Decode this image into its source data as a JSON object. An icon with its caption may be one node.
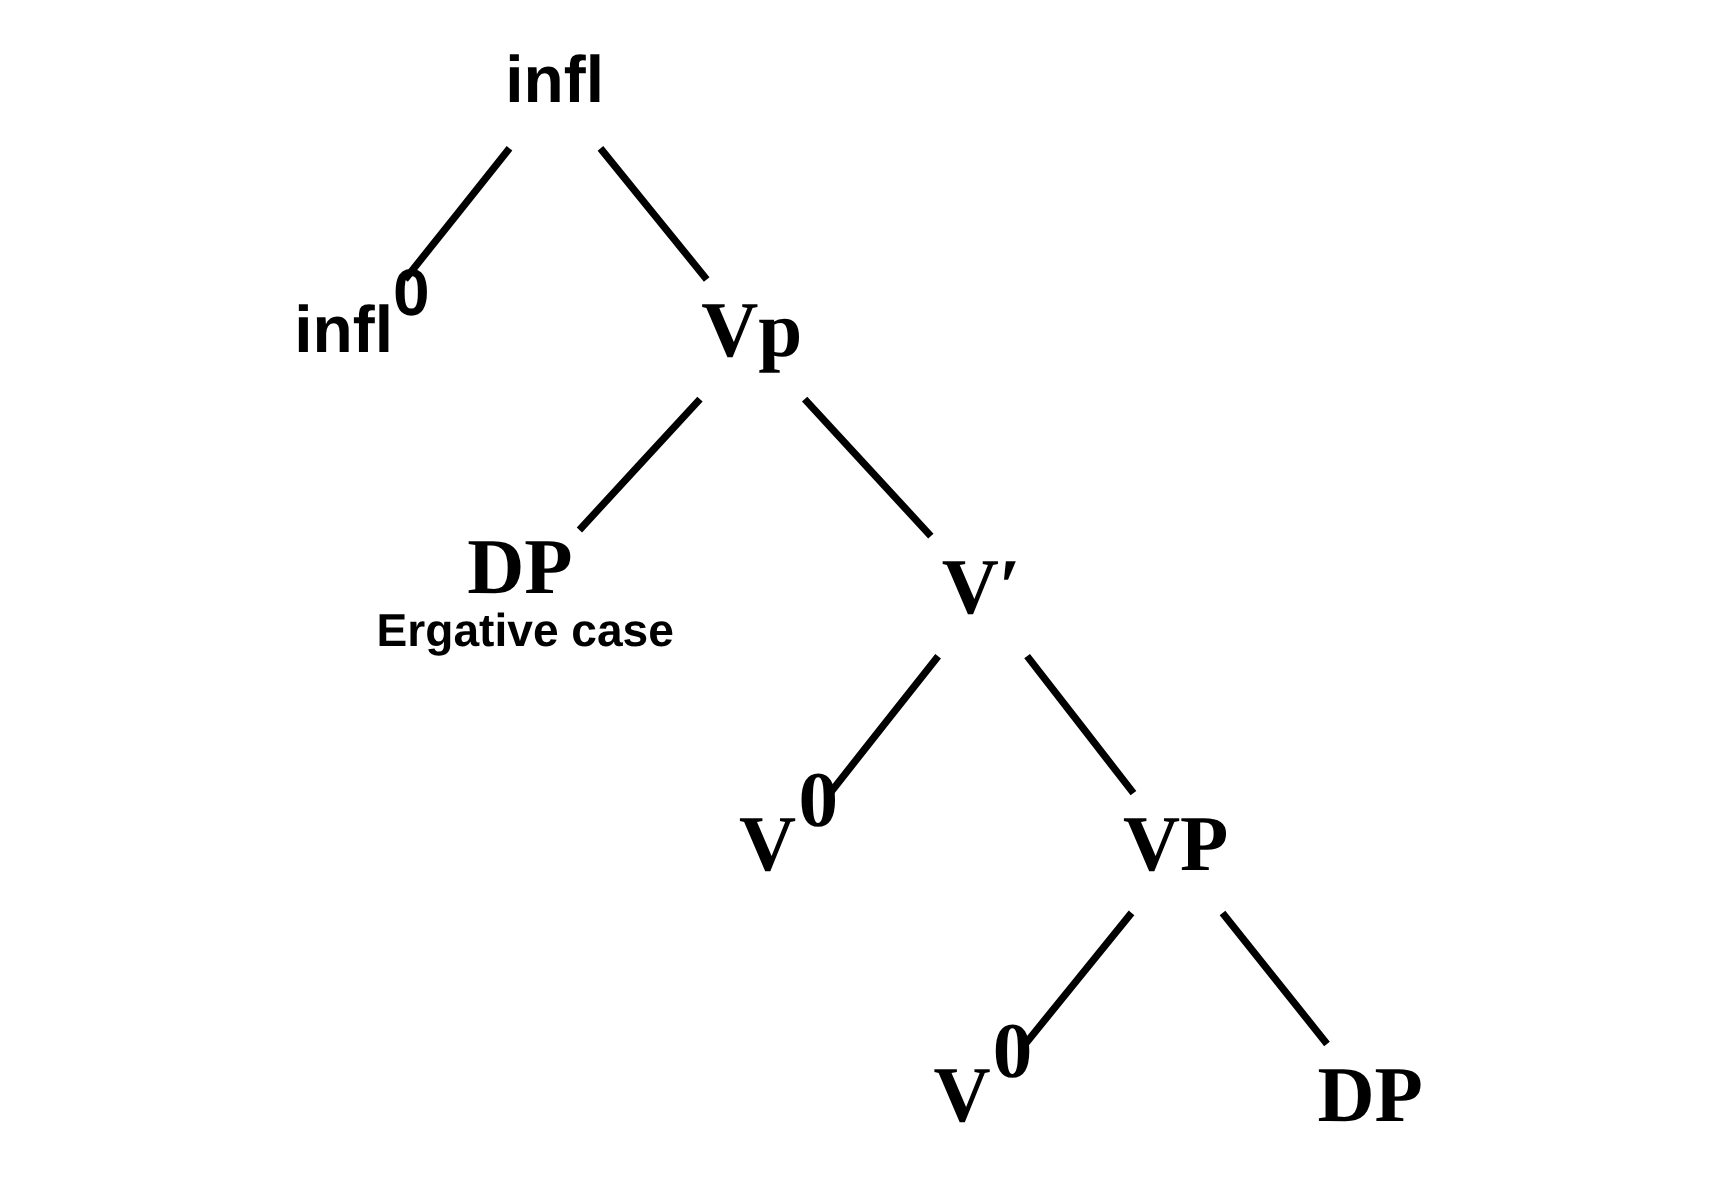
{
  "diagram": {
    "nodes": [
      {
        "text": [
          "infl"
        ]
      },
      {
        "text": [
          "infl$^{0}$"
        ]
      },
      {
        "text": [
          "Vp"
        ]
      },
      {
        "text": [
          "DP"
        ],
        "beside": [
          "Ergative case"
        ]
      },
      {
        "text": [
          "V′"
        ]
      },
      {
        "text": [
          "V$^{0}$"
        ]
      },
      {
        "text": [
          "VP"
        ]
      },
      {
        "text": [
          "V$^{0}$"
        ]
      },
      {
        "text": [
          "DP"
        ]
      }
    ],
    "edges": [
      {
        "from": 0,
        "to": 1,
        "arrow": "none"
      },
      {
        "from": 0,
        "to": 2,
        "arrow": "none"
      },
      {
        "from": 2,
        "to": 3,
        "arrow": "none"
      },
      {
        "from": 2,
        "to": 4,
        "arrow": "none"
      },
      {
        "from": 4,
        "to": 5,
        "arrow": "none"
      },
      {
        "from": 4,
        "to": 6,
        "arrow": "none"
      },
      {
        "from": 6,
        "to": 7,
        "arrow": "none"
      },
      {
        "from": 6,
        "to": 8,
        "arrow": "none"
      }
    ]
  }
}
